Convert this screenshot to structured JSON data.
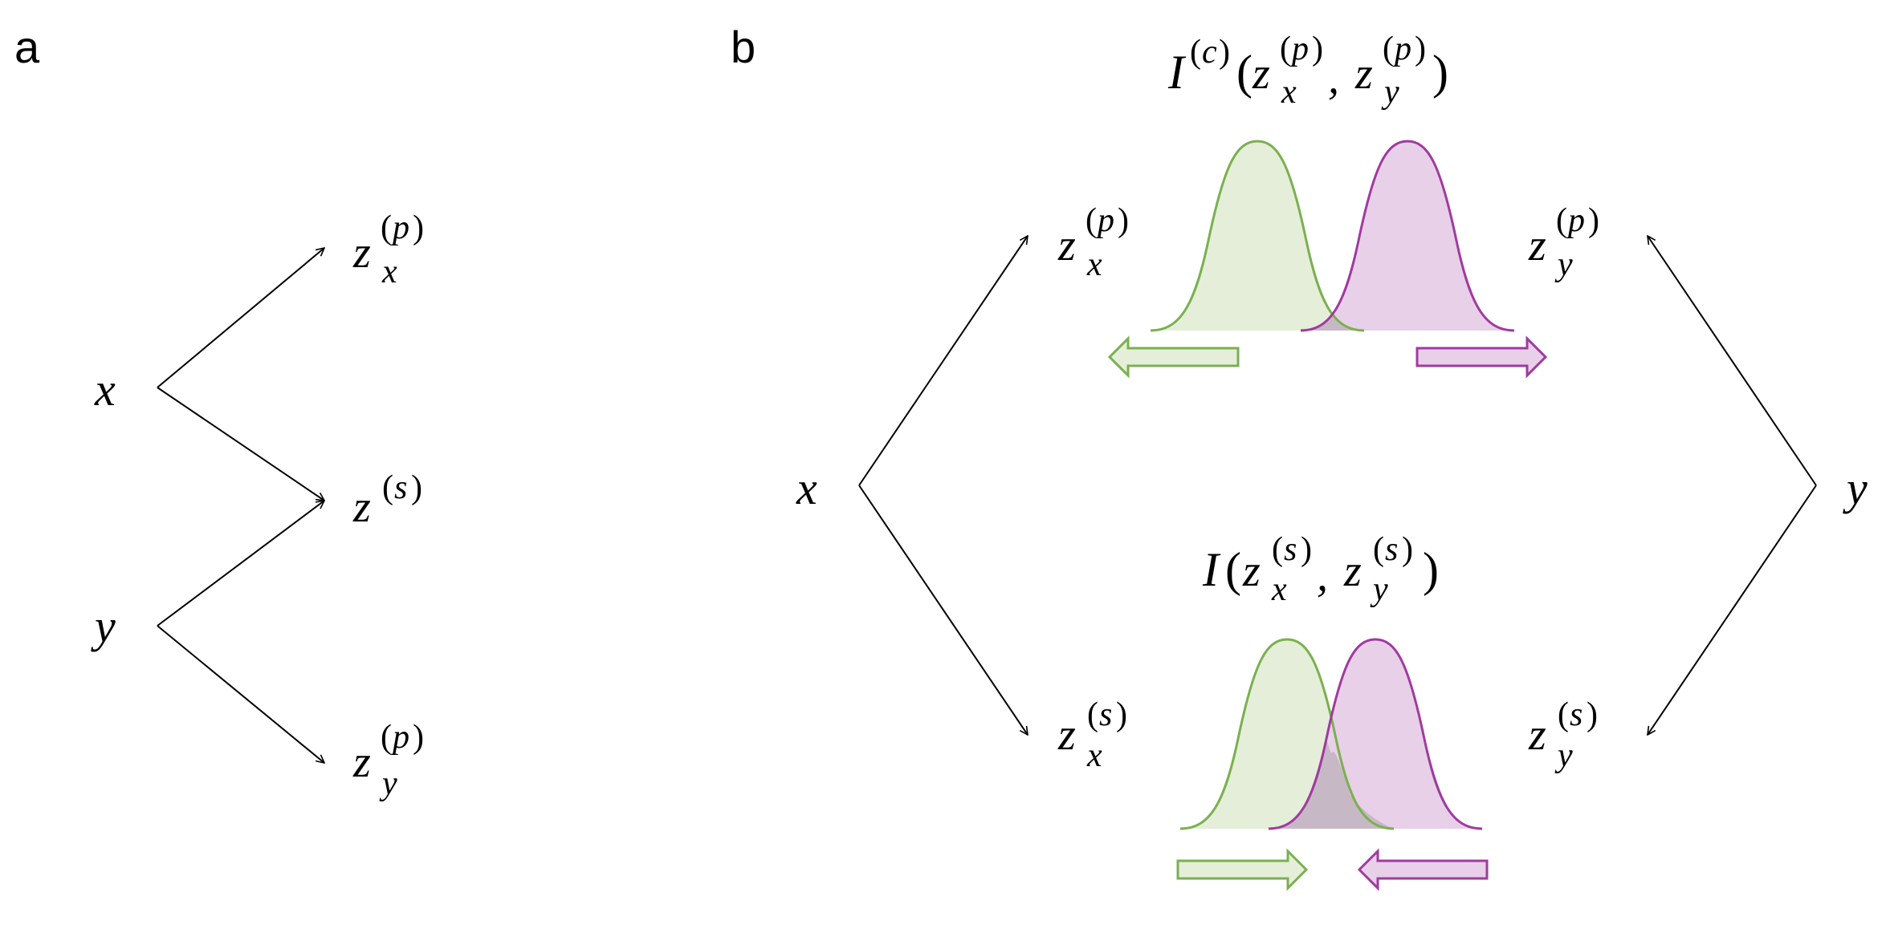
{
  "panels": {
    "a": {
      "letter": "a"
    },
    "b": {
      "letter": "b"
    }
  },
  "symbols": {
    "x": "x",
    "y": "y",
    "z": "z",
    "I": "I",
    "p": "p",
    "s": "s",
    "c": "c",
    "paren_open": "(",
    "paren_close": ")",
    "comma": ","
  },
  "colors": {
    "line": "#000000",
    "green": "#7ab04f",
    "green_fill": "#e4eed9",
    "purple": "#a03aa0",
    "purple_fill": "#e7d0e8",
    "overlap_fill": "#c7b8c5"
  }
}
